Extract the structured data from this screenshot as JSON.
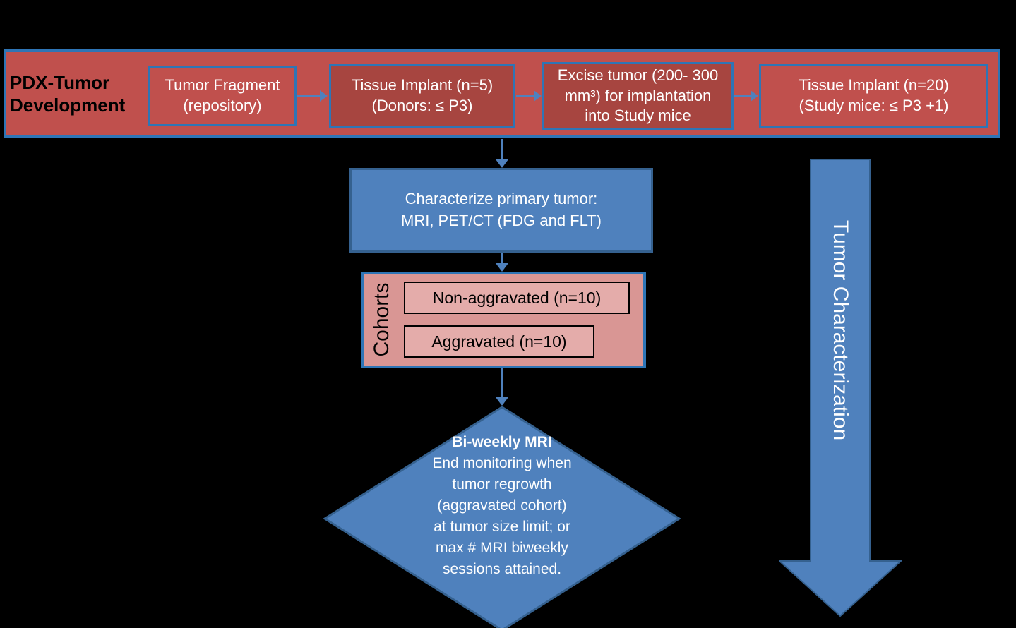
{
  "colors": {
    "background": "#000000",
    "banner_red": "#C0504D",
    "box_red_dark": "#A74540",
    "blue_fill": "#4F81BD",
    "blue_border": "#2E75B6",
    "pink_panel": "#D99694",
    "pink_item": "#E4ACAA",
    "arrow_blue": "#4F81BD"
  },
  "banner": {
    "title": "PDX-Tumor\nDevelopment",
    "steps": [
      "Tumor Fragment\n(repository)",
      "Tissue Implant (n=5)\n(Donors: ≤ P3)",
      "Excise tumor (200- 300\nmm³) for implantation\ninto Study mice",
      "Tissue Implant (n=20)\n(Study mice: ≤ P3 +1)"
    ]
  },
  "characterize_box": {
    "text": "Characterize primary tumor:\nMRI, PET/CT (FDG and FLT)"
  },
  "cohorts": {
    "label": "Cohorts",
    "items": [
      "Non-aggravated (n=10)",
      "Aggravated (n=10)"
    ]
  },
  "decision": {
    "title": "Bi-weekly MRI",
    "body": "End monitoring when\ntumor regrowth\n(aggravated cohort)\nat tumor size limit; or\nmax # MRI biweekly\nsessions attained."
  },
  "side_arrow": {
    "label": "Tumor Characterization"
  }
}
